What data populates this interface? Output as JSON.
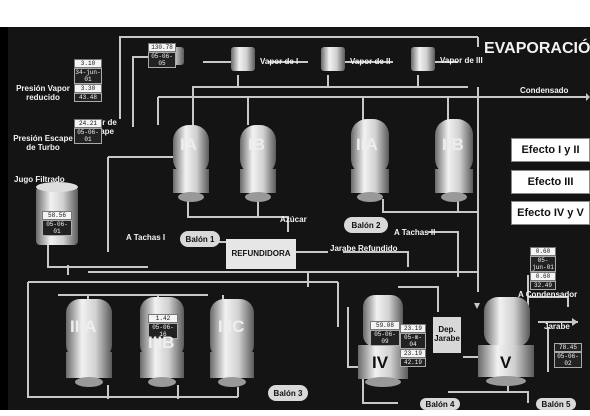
{
  "title": "EVAPORACIÓ",
  "buttons": {
    "efecto_1_2": "Efecto I y II",
    "efecto_3": "Efecto III",
    "efecto_4_5": "Efecto IV y V"
  },
  "labels": {
    "presion_vapor_reducido": [
      "Presión Vapor",
      "reducido"
    ],
    "presion_escape_turbo": [
      "Presión Escape",
      "de Turbo"
    ],
    "vapor_escape": [
      "Vapor de",
      "Escape"
    ],
    "jugo_filtrado": "Jugo Filtrado",
    "vapor_i": "Vapor de I",
    "vapor_ii": "Vapor de II",
    "vapor_iii": "Vapor de III",
    "condensado": "Condensado",
    "azucar": "Azúcar",
    "a_tachas_i": "A Tachas I",
    "a_tachas_ii": "A Tachas II",
    "refundidora": "REFUNDIDORA",
    "jarabe_refundido": "Jarabe Refundido",
    "a_condensador": "A Condensador",
    "jarabe": "Jarabe",
    "dep_jarabe": [
      "Dep.",
      "Jarabe"
    ]
  },
  "vessels": {
    "ia": "IA",
    "ib": "IB",
    "iia": "IIA",
    "iib": "IIB",
    "iiia": "IIIA",
    "iiib": "IIIB",
    "iiic": "IIIC",
    "iv": "IV",
    "v": "V"
  },
  "balones": {
    "b1": "Balón 1",
    "b2": "Balón 2",
    "b3": "Balón 3",
    "b4": "Balón 4",
    "b5": "Balón 5"
  },
  "readouts": {
    "presion_vapor": [
      "3.10",
      "34-jun-01",
      "3.30",
      "43.48"
    ],
    "presion_escape": [
      "24.21",
      "05-06-01"
    ],
    "vapor_top": [
      "130.78",
      "05-06-05"
    ],
    "jugo_tank": [
      "58.56",
      "05-06-01"
    ],
    "iiib": [
      "1.42",
      "05-06-16"
    ],
    "iv": [
      "59.08",
      "05-06-09"
    ],
    "iv_side": [
      "23.19",
      "05-m-04",
      "23.19",
      "42.19"
    ],
    "condensador": [
      "0.60",
      "05-jun-01",
      "0.60",
      "32.49"
    ],
    "jarabe": [
      "78.45",
      "05-06-02"
    ]
  },
  "colors": {
    "background": "#141414",
    "pipe": "#c8c8c8",
    "text": "#f2f2f2",
    "button": "#ffffff"
  }
}
